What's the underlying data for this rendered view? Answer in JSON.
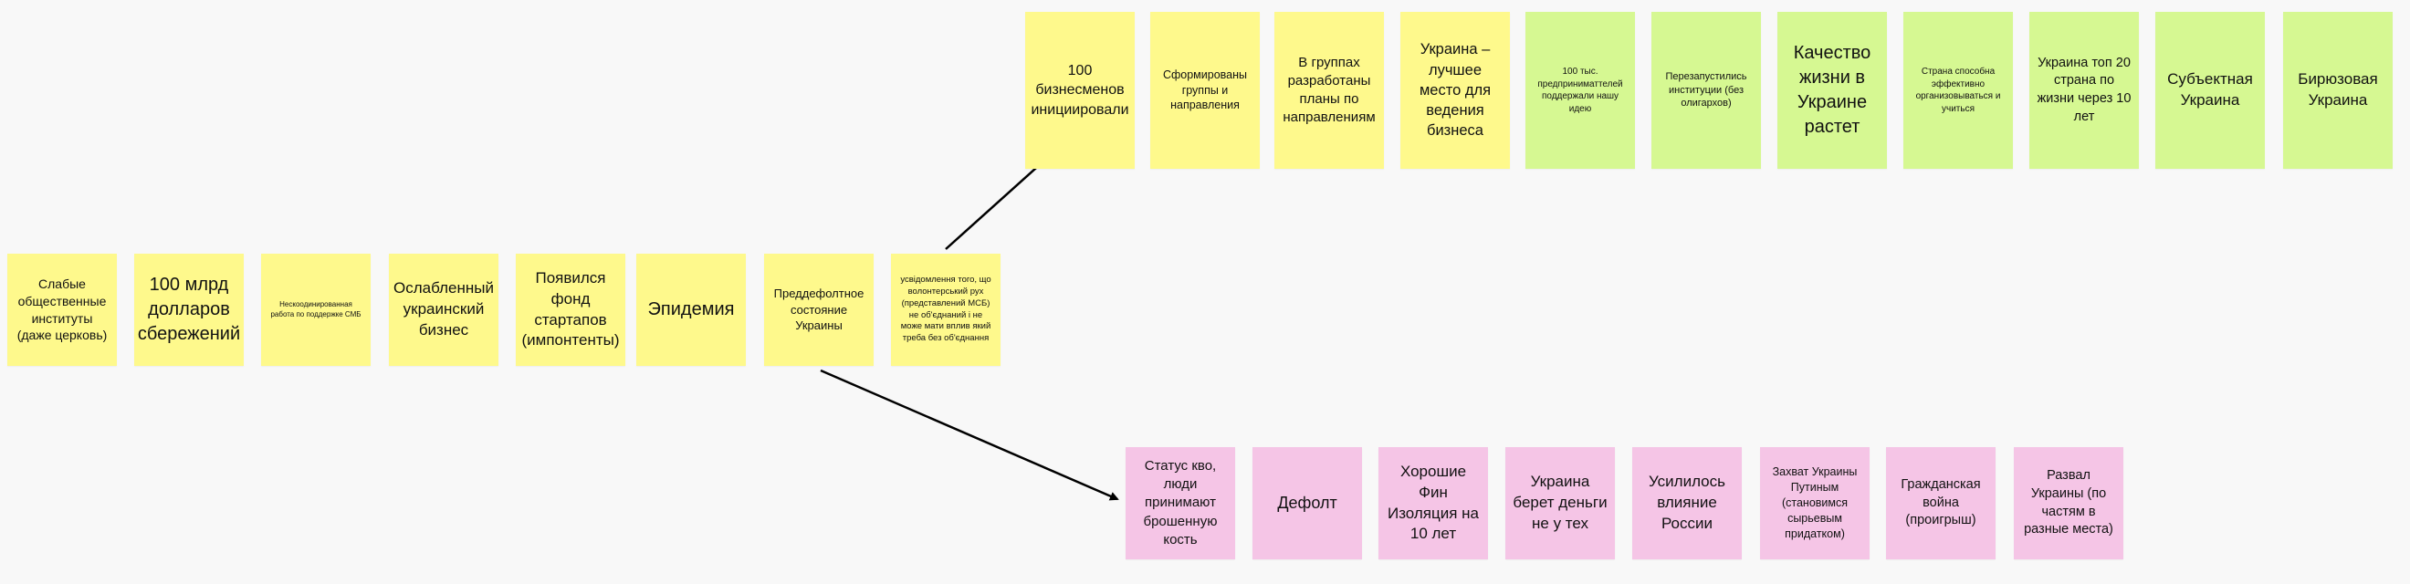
{
  "colors": {
    "cause": "#fef98c",
    "positive": "#d6f892",
    "negative": "#f5c5e6",
    "arrow": "#000000"
  },
  "causes": [
    "Слабые общественные институты (даже церковь)",
    "100 млрд долларов сбережений",
    "Нескоодинированная работа по поддержке СМБ",
    "Ослабленный украинский бизнес",
    "Появился фонд стартапов (импонтенты)",
    "Эпидемия",
    "Преддефолтное состояние Украины",
    "усвідомлення того, що волонтерський рух (представлений МСБ) не об'єднаний і не може мати вплив який треба без об'єднання"
  ],
  "positive_path": [
    "100 бизнесменов инициировали",
    "Сформированы группы и направления",
    "В группах разработаны планы по направлениям",
    "Украина – лучшее место для ведения бизнеса",
    "100 тыс. предприниматтелей поддержали нашу идею",
    "Перезапустились институции (без олигархов)",
    "Качество жизни в Украине растет",
    "Страна способна эффективно организовываться и учиться",
    "Украина топ 20 страна по жизни через 10 лет",
    "Субъектная Украина",
    "Бирюзовая Украина"
  ],
  "negative_path": [
    "Статус кво, люди принимают брошенную кость",
    "Дефолт",
    "Хорошие Фин Изоляция на 10 лет",
    "Украина берет деньги не у тех",
    "Усилилось влияние России",
    "Захват Украины Путиным (становимся сырьевым придатком)",
    "Гражданская война (проигрыш)",
    "Развал Украины (по частям в разные места)"
  ]
}
